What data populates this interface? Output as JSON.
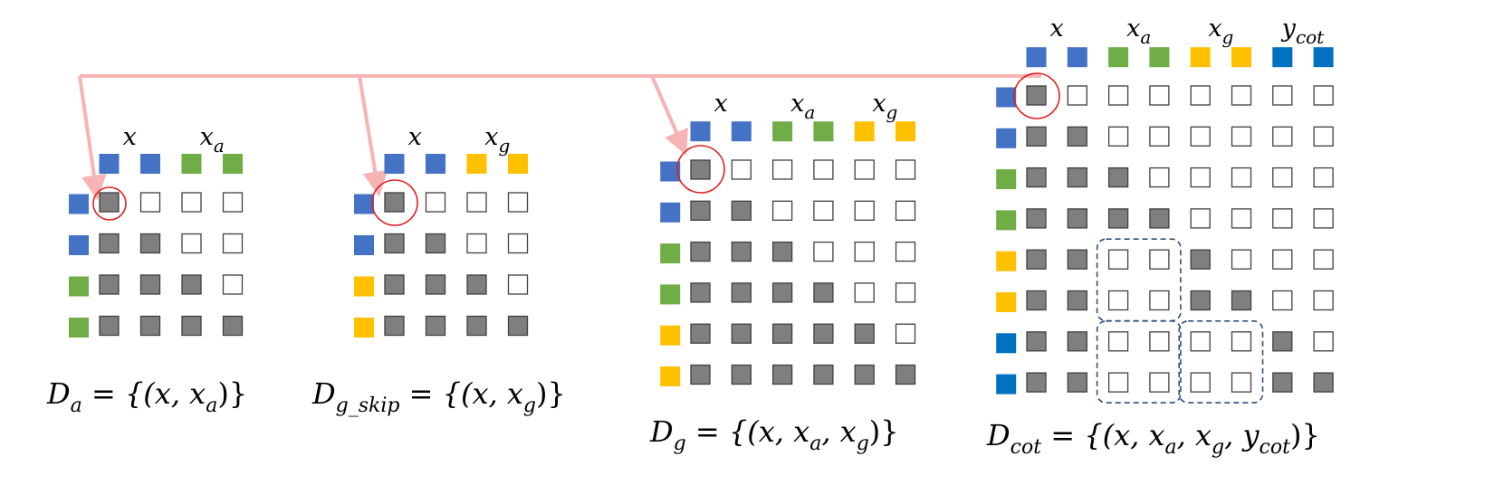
{
  "colors": {
    "blue": "#4472C4",
    "green": "#70AD47",
    "yellow": "#FFC000",
    "navy": "#0070C0",
    "gray": "#7F7F7F",
    "empty": "#FFFFFF",
    "arrow": "#F8B4B4",
    "highlight": "#E02020",
    "dashed": "#2F4F7F"
  },
  "panels": [
    {
      "id": "a",
      "headers": [
        "x",
        "x_a"
      ],
      "caption": {
        "main": "D",
        "sub": "a",
        "rest": " = {(x, x",
        "sub2": "a",
        "end": ")}"
      },
      "row_colors": [
        "blue",
        "blue",
        "green",
        "green"
      ],
      "col_colors": [
        "blue",
        "blue",
        "green",
        "green"
      ],
      "mask": [
        [
          1,
          0,
          0,
          0
        ],
        [
          1,
          1,
          0,
          0
        ],
        [
          1,
          1,
          1,
          0
        ],
        [
          1,
          1,
          1,
          1
        ]
      ]
    },
    {
      "id": "g_skip",
      "headers": [
        "x",
        "x_g"
      ],
      "caption": {
        "main": "D",
        "sub": "g_skip",
        "rest": " = {(x, x",
        "sub2": "g",
        "end": ")}"
      },
      "row_colors": [
        "blue",
        "blue",
        "yellow",
        "yellow"
      ],
      "col_colors": [
        "blue",
        "blue",
        "yellow",
        "yellow"
      ],
      "mask": [
        [
          1,
          0,
          0,
          0
        ],
        [
          1,
          1,
          0,
          0
        ],
        [
          1,
          1,
          1,
          0
        ],
        [
          1,
          1,
          1,
          1
        ]
      ]
    },
    {
      "id": "g",
      "headers": [
        "x",
        "x_a",
        "x_g"
      ],
      "caption": {
        "main": "D",
        "sub": "g",
        "rest": " = {(x, x",
        "sub2": "a",
        "rest2": ", x",
        "sub3": "g",
        "end": ")}"
      },
      "row_colors": [
        "blue",
        "blue",
        "green",
        "green",
        "yellow",
        "yellow"
      ],
      "col_colors": [
        "blue",
        "blue",
        "green",
        "green",
        "yellow",
        "yellow"
      ],
      "mask": [
        [
          1,
          0,
          0,
          0,
          0,
          0
        ],
        [
          1,
          1,
          0,
          0,
          0,
          0
        ],
        [
          1,
          1,
          1,
          0,
          0,
          0
        ],
        [
          1,
          1,
          1,
          1,
          0,
          0
        ],
        [
          1,
          1,
          1,
          1,
          1,
          0
        ],
        [
          1,
          1,
          1,
          1,
          1,
          1
        ]
      ]
    },
    {
      "id": "cot",
      "headers": [
        "x",
        "x_a",
        "x_g",
        "y_cot"
      ],
      "caption": {
        "main": "D",
        "sub": "cot",
        "rest": " = {(x, x",
        "sub2": "a",
        "rest2": ", x",
        "sub3": "g",
        "rest3": ", y",
        "sub4": "cot",
        "end": ")}"
      },
      "row_colors": [
        "blue",
        "blue",
        "green",
        "green",
        "yellow",
        "yellow",
        "navy",
        "navy"
      ],
      "col_colors": [
        "blue",
        "blue",
        "green",
        "green",
        "yellow",
        "yellow",
        "navy",
        "navy"
      ],
      "mask": [
        [
          1,
          0,
          0,
          0,
          0,
          0,
          0,
          0
        ],
        [
          1,
          1,
          0,
          0,
          0,
          0,
          0,
          0
        ],
        [
          1,
          1,
          1,
          0,
          0,
          0,
          0,
          0
        ],
        [
          1,
          1,
          1,
          1,
          0,
          0,
          0,
          0
        ],
        [
          1,
          1,
          0,
          0,
          1,
          0,
          0,
          0
        ],
        [
          1,
          1,
          0,
          0,
          1,
          1,
          0,
          0
        ],
        [
          1,
          1,
          0,
          0,
          0,
          0,
          1,
          0
        ],
        [
          1,
          1,
          0,
          0,
          0,
          0,
          1,
          1
        ]
      ]
    }
  ]
}
